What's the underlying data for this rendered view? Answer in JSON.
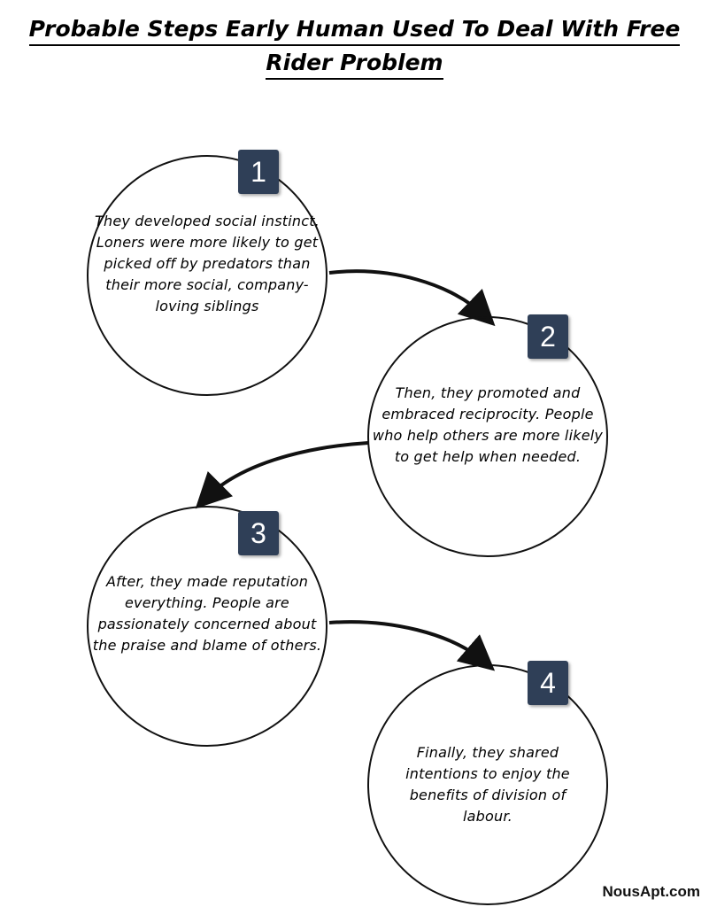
{
  "title": {
    "line1": "Probable Steps Early Human Used To Deal With Free",
    "line2": "Rider Problem"
  },
  "steps": [
    {
      "number": "1",
      "text": "They developed social instinct. Loners were more likely to get picked off by predators than their more social, company-loving siblings"
    },
    {
      "number": "2",
      "text": "Then, they promoted and embraced reciprocity. People who help others are more likely to get help when needed."
    },
    {
      "number": "3",
      "text": "After, they made reputation everything. People are passionately concerned about the praise and blame of others."
    },
    {
      "number": "4",
      "text": "Finally, they shared intentions to enjoy the benefits of division of labour."
    }
  ],
  "brand": "NousApt.com",
  "colors": {
    "badge": "#2f3f57",
    "line": "#111111"
  }
}
